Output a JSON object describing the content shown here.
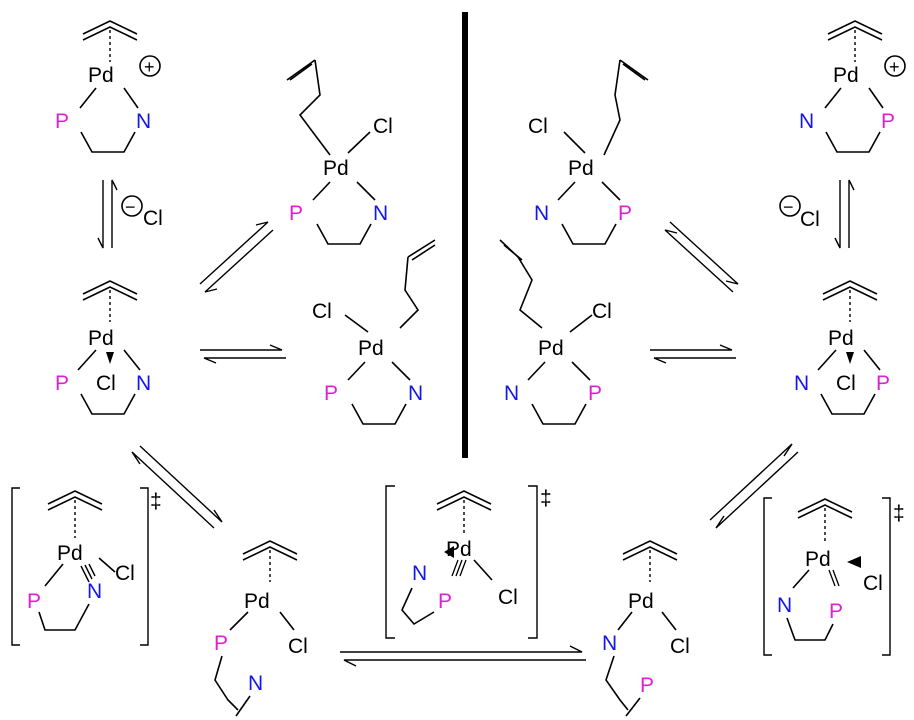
{
  "colors": {
    "phosphorus": "#e020d0",
    "nitrogen": "#1515ee",
    "metal": "#000000"
  },
  "atoms": {
    "pd": "Pd",
    "p": "P",
    "n": "N",
    "cl": "Cl"
  },
  "signs": {
    "plus": "+",
    "minus": "−",
    "double_dagger": "‡"
  },
  "counterion_label": "Cl",
  "panels": [
    "left-isomer-series",
    "right-isomer-series"
  ],
  "species": [
    "cationic-allyl-complex",
    "sigma-allyl-chloride-complex",
    "five-coordinate-chloride-complex",
    "sigma-allyl-chloride-isomer",
    "transition-state",
    "p-bound-open-chelate"
  ]
}
